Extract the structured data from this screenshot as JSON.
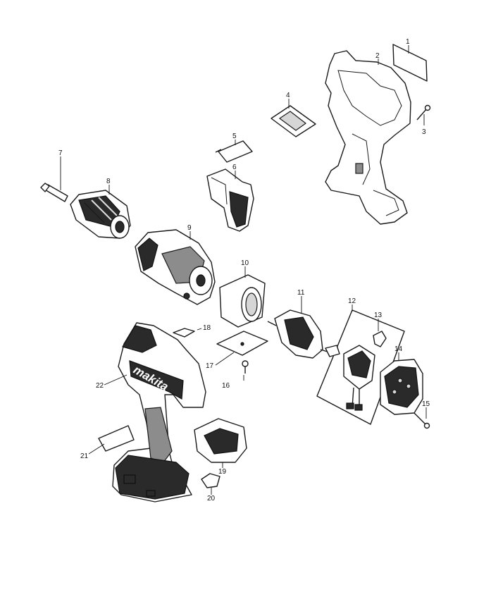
{
  "diagram": {
    "brand_text": "makita",
    "callouts": [
      {
        "label": "1"
      },
      {
        "label": "2"
      },
      {
        "label": "3"
      },
      {
        "label": "4"
      },
      {
        "label": "5"
      },
      {
        "label": "6"
      },
      {
        "label": "7"
      },
      {
        "label": "8"
      },
      {
        "label": "9"
      },
      {
        "label": "10"
      },
      {
        "label": "11"
      },
      {
        "label": "12"
      },
      {
        "label": "13"
      },
      {
        "label": "14"
      },
      {
        "label": "15"
      },
      {
        "label": "16"
      },
      {
        "label": "17"
      },
      {
        "label": "18"
      },
      {
        "label": "19"
      },
      {
        "label": "20"
      },
      {
        "label": "21"
      },
      {
        "label": "22"
      }
    ]
  }
}
